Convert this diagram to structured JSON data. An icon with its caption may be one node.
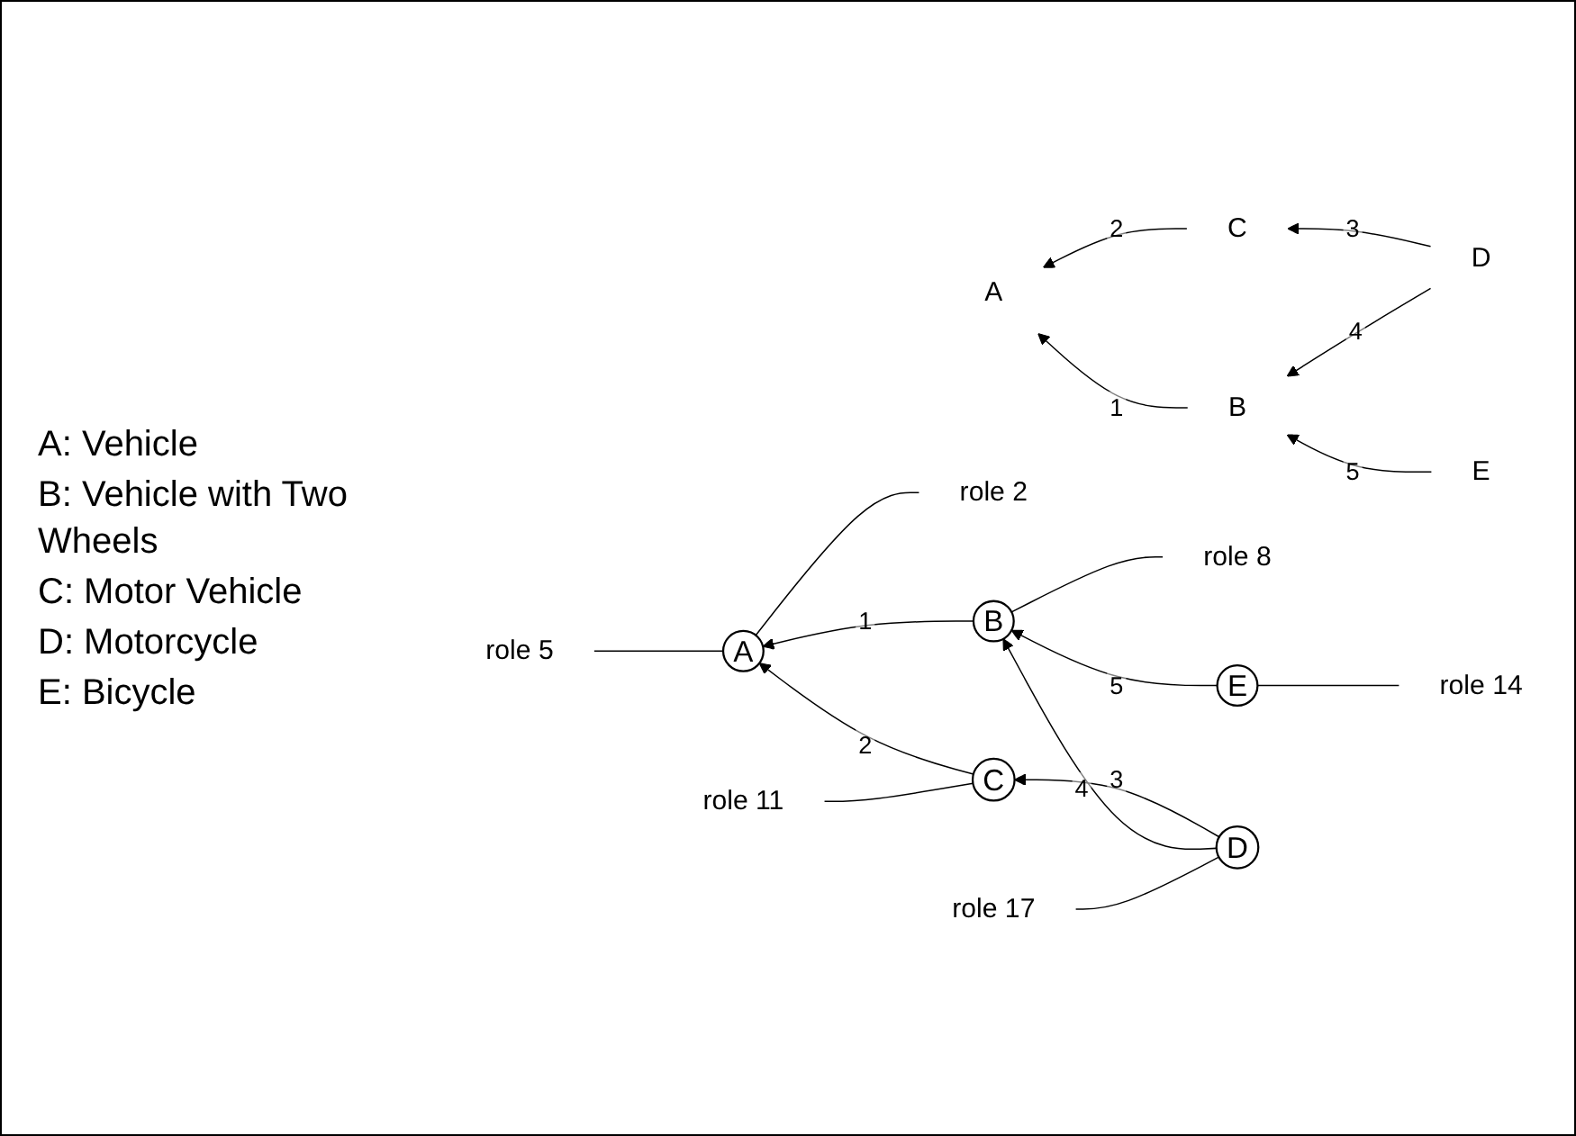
{
  "diagram": {
    "nodes": [
      {
        "text": [
          "A"
        ]
      },
      {
        "text": [
          "B"
        ]
      },
      {
        "text": [
          "C"
        ]
      },
      {
        "text": [
          "D"
        ]
      },
      {
        "text": [
          "E"
        ]
      },
      {
        "text": [
          "role 2"
        ]
      },
      {
        "text": [
          "A"
        ]
      },
      {
        "text": [
          "role 5"
        ]
      },
      {
        "text": [
          "role 8"
        ]
      },
      {
        "text": [
          "B"
        ]
      },
      {
        "text": [
          "C"
        ]
      },
      {
        "text": [
          "role 11"
        ]
      },
      {
        "text": [
          "role 14"
        ]
      },
      {
        "text": [
          "E"
        ]
      },
      {
        "text": [
          "D"
        ]
      },
      {
        "text": [
          "role 17"
        ]
      }
    ],
    "edges": [
      {
        "from": 1,
        "to": 0,
        "arrow": "to",
        "label": "1"
      },
      {
        "from": 2,
        "to": 0,
        "arrow": "to",
        "label": "2"
      },
      {
        "from": 3,
        "to": 2,
        "arrow": "to",
        "label": "3"
      },
      {
        "from": 3,
        "to": 1,
        "arrow": "to",
        "label": "4"
      },
      {
        "from": 4,
        "to": 1,
        "arrow": "to",
        "label": "5"
      },
      {
        "from": 9,
        "to": 6,
        "arrow": "to",
        "label": "1"
      },
      {
        "from": 10,
        "to": 6,
        "arrow": "to",
        "label": "2"
      },
      {
        "from": 14,
        "to": 10,
        "arrow": "to",
        "label": "3"
      },
      {
        "from": 14,
        "to": 9,
        "arrow": "to",
        "label": "4"
      },
      {
        "from": 13,
        "to": 9,
        "arrow": "to",
        "label": "5"
      },
      {
        "from": 5,
        "to": 6,
        "arrow": "none"
      },
      {
        "from": 6,
        "to": 7,
        "arrow": "none"
      },
      {
        "from": 8,
        "to": 9,
        "arrow": "none"
      },
      {
        "from": 10,
        "to": 11,
        "arrow": "none"
      },
      {
        "from": 12,
        "to": 13,
        "arrow": "none"
      },
      {
        "from": 14,
        "to": 15,
        "arrow": "none"
      }
    ],
    "labels": [
      "A: Vehicle",
      "B: Vehicle with Two Wheels",
      "C: Motor Vehicle",
      "D: Motorcycle",
      "E: Bicycle"
    ]
  }
}
